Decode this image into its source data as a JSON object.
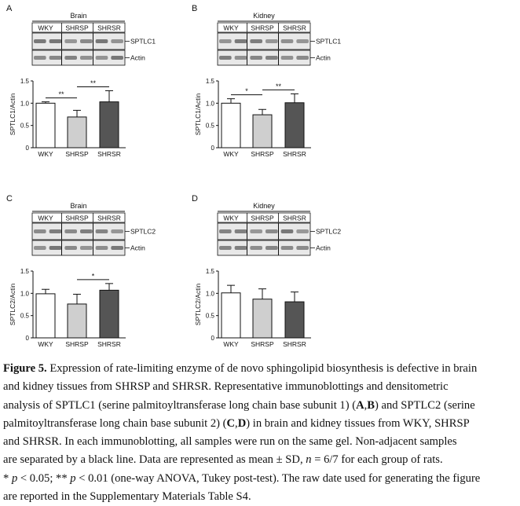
{
  "chart_data": [
    {
      "type": "bar",
      "panel_letter": "A",
      "blot": {
        "tissue": "Brain",
        "lanes": [
          "WKY",
          "SHRSP",
          "SHRSR"
        ],
        "bands": [
          "SPTLC1",
          "Actin"
        ]
      },
      "categories": [
        "WKY",
        "SHRSP",
        "SHRSR"
      ],
      "values": [
        1.0,
        0.69,
        1.03
      ],
      "errors": [
        0.03,
        0.15,
        0.25
      ],
      "bar_colors": [
        "#ffffff",
        "#cfcfcf",
        "#555555"
      ],
      "ylabel": "SPTLC1/Actin",
      "ylim": [
        0,
        1.5
      ],
      "yticks": [
        "0",
        "0.5",
        "1.0",
        "1.5"
      ],
      "significance": [
        {
          "from": "WKY",
          "to": "SHRSP",
          "label": "**"
        },
        {
          "from": "SHRSP",
          "to": "SHRSR",
          "label": "**"
        }
      ]
    },
    {
      "type": "bar",
      "panel_letter": "B",
      "blot": {
        "tissue": "Kidney",
        "lanes": [
          "WKY",
          "SHRSP",
          "SHRSR"
        ],
        "bands": [
          "SPTLC1",
          "Actin"
        ]
      },
      "categories": [
        "WKY",
        "SHRSP",
        "SHRSR"
      ],
      "values": [
        1.0,
        0.74,
        1.01
      ],
      "errors": [
        0.1,
        0.12,
        0.2
      ],
      "bar_colors": [
        "#ffffff",
        "#cfcfcf",
        "#555555"
      ],
      "ylabel": "SPTLC1/Actin",
      "ylim": [
        0,
        1.5
      ],
      "yticks": [
        "0",
        "0.5",
        "1.0",
        "1.5"
      ],
      "significance": [
        {
          "from": "WKY",
          "to": "SHRSP",
          "label": "*"
        },
        {
          "from": "SHRSP",
          "to": "SHRSR",
          "label": "**"
        }
      ]
    },
    {
      "type": "bar",
      "panel_letter": "C",
      "blot": {
        "tissue": "Brain",
        "lanes": [
          "WKY",
          "SHRSP",
          "SHRSR"
        ],
        "bands": [
          "SPTLC2",
          "Actin"
        ]
      },
      "categories": [
        "WKY",
        "SHRSP",
        "SHRSR"
      ],
      "values": [
        0.99,
        0.76,
        1.07
      ],
      "errors": [
        0.1,
        0.22,
        0.15
      ],
      "bar_colors": [
        "#ffffff",
        "#cfcfcf",
        "#555555"
      ],
      "ylabel": "SPTLC2/Actin",
      "ylim": [
        0,
        1.5
      ],
      "yticks": [
        "0",
        "0.5",
        "1.0",
        "1.5"
      ],
      "significance": [
        {
          "from": "SHRSP",
          "to": "SHRSR",
          "label": "*"
        }
      ]
    },
    {
      "type": "bar",
      "panel_letter": "D",
      "blot": {
        "tissue": "Kidney",
        "lanes": [
          "WKY",
          "SHRSP",
          "SHRSR"
        ],
        "bands": [
          "SPTLC2",
          "Actin"
        ]
      },
      "categories": [
        "WKY",
        "SHRSP",
        "SHRSR"
      ],
      "values": [
        1.01,
        0.87,
        0.81
      ],
      "errors": [
        0.17,
        0.23,
        0.22
      ],
      "bar_colors": [
        "#ffffff",
        "#cfcfcf",
        "#555555"
      ],
      "ylabel": "SPTLC2/Actin",
      "ylim": [
        0,
        1.5
      ],
      "yticks": [
        "0",
        "0.5",
        "1.0",
        "1.5"
      ],
      "significance": []
    }
  ],
  "caption": {
    "lines": [
      [
        {
          "t": "Figure 5.",
          "b": true
        },
        {
          "t": " Expression of rate-limiting enzyme of de novo sphingolipid biosynthesis is defective in brain"
        }
      ],
      [
        {
          "t": "and kidney tissues from SHRSP and SHRSR. Representative immunoblottings and densitometric"
        }
      ],
      [
        {
          "t": "analysis of SPTLC1 (serine palmitoyltransferase long chain base subunit 1) ("
        },
        {
          "t": "A",
          "b": true
        },
        {
          "t": ","
        },
        {
          "t": "B",
          "b": true
        },
        {
          "t": ") and SPTLC2 (serine"
        }
      ],
      [
        {
          "t": "palmitoyltransferase long chain base subunit 2) ("
        },
        {
          "t": "C",
          "b": true
        },
        {
          "t": ","
        },
        {
          "t": "D",
          "b": true
        },
        {
          "t": ") in brain and kidney tissues from WKY, SHRSP"
        }
      ],
      [
        {
          "t": "and SHRSR. In each immunoblotting, all samples were run on the same gel. Non-adjacent samples"
        }
      ],
      [
        {
          "t": "are separated by a black line. Data are represented as mean ± SD, "
        },
        {
          "t": "n",
          "i": true
        },
        {
          "t": " = 6/7 for each group of rats."
        }
      ],
      [
        {
          "t": "* "
        },
        {
          "t": "p",
          "i": true
        },
        {
          "t": " < 0.05; ** "
        },
        {
          "t": "p",
          "i": true
        },
        {
          "t": " < 0.01 (one-way ANOVA, Tukey post-test). The raw date used for generating the figure"
        }
      ],
      [
        {
          "t": "are reported in the Supplementary Materials Table S4."
        }
      ]
    ]
  }
}
